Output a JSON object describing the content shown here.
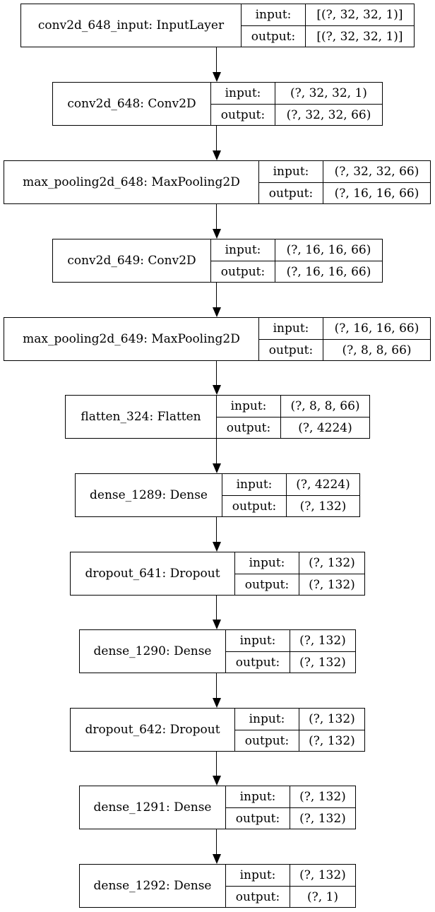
{
  "labels": {
    "input": "input:",
    "output": "output:"
  },
  "layers": [
    {
      "name": "conv2d_648_input: InputLayer",
      "input": "[(?, 32, 32, 1)]",
      "output": "[(?, 32, 32, 1)]"
    },
    {
      "name": "conv2d_648: Conv2D",
      "input": "(?, 32, 32, 1)",
      "output": "(?, 32, 32, 66)"
    },
    {
      "name": "max_pooling2d_648: MaxPooling2D",
      "input": "(?, 32, 32, 66)",
      "output": "(?, 16, 16, 66)"
    },
    {
      "name": "conv2d_649: Conv2D",
      "input": "(?, 16, 16, 66)",
      "output": "(?, 16, 16, 66)"
    },
    {
      "name": "max_pooling2d_649: MaxPooling2D",
      "input": "(?, 16, 16, 66)",
      "output": "(?, 8, 8, 66)"
    },
    {
      "name": "flatten_324: Flatten",
      "input": "(?, 8, 8, 66)",
      "output": "(?, 4224)"
    },
    {
      "name": "dense_1289: Dense",
      "input": "(?, 4224)",
      "output": "(?, 132)"
    },
    {
      "name": "dropout_641: Dropout",
      "input": "(?, 132)",
      "output": "(?, 132)"
    },
    {
      "name": "dense_1290: Dense",
      "input": "(?, 132)",
      "output": "(?, 132)"
    },
    {
      "name": "dropout_642: Dropout",
      "input": "(?, 132)",
      "output": "(?, 132)"
    },
    {
      "name": "dense_1291: Dense",
      "input": "(?, 132)",
      "output": "(?, 132)"
    },
    {
      "name": "dense_1292: Dense",
      "input": "(?, 132)",
      "output": "(?, 1)"
    }
  ]
}
